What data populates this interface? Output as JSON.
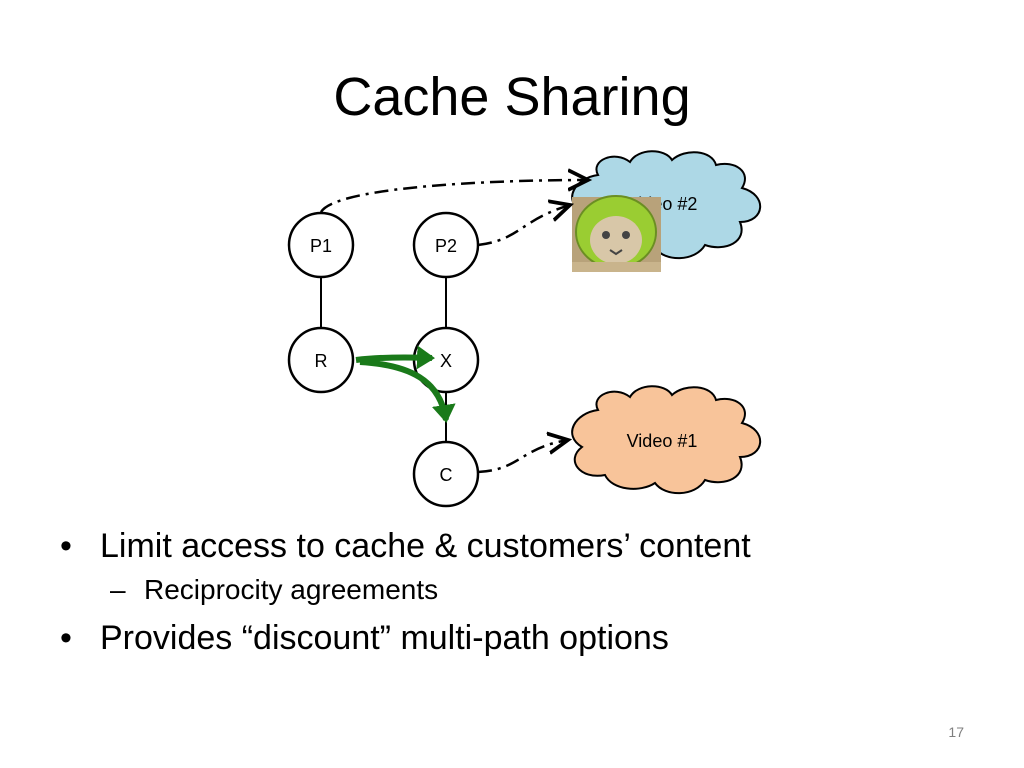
{
  "slide": {
    "title": "Cache Sharing",
    "page_number": "17"
  },
  "diagram": {
    "nodes": {
      "p1": "P1",
      "p2": "P2",
      "r": "R",
      "x": "X",
      "c": "C"
    },
    "clouds": {
      "video2": "Video #2",
      "video1": "Video #1"
    },
    "colors": {
      "video2_fill": "#add8e6",
      "video1_fill": "#f8c49a",
      "green_arrow": "#1a7a1a"
    }
  },
  "bullets": {
    "items": [
      "Limit access to cache & customers’ content",
      "Reciprocity agreements",
      "Provides “discount” multi-path options"
    ],
    "bullet_char": "•",
    "dash_char": "–"
  }
}
